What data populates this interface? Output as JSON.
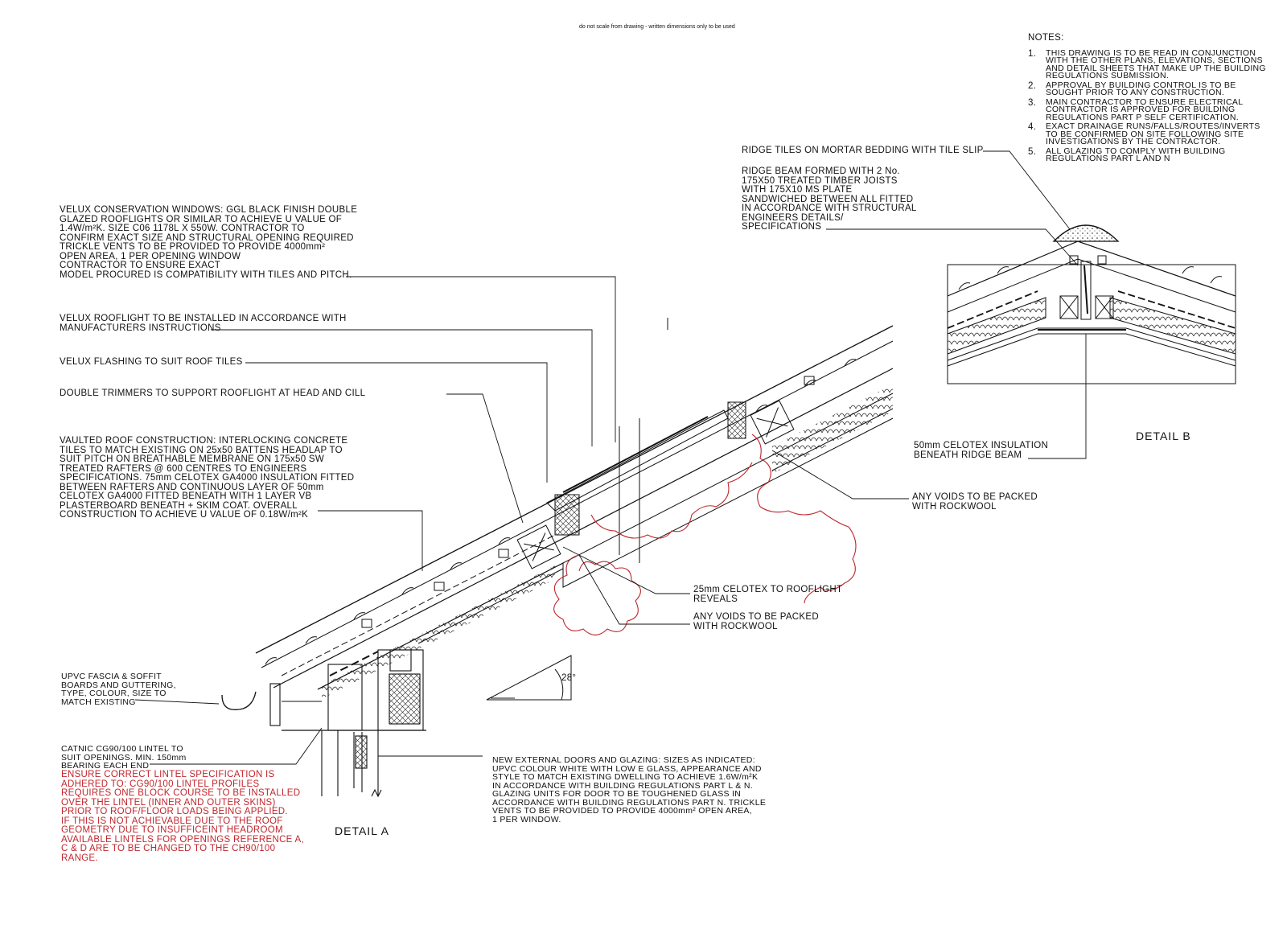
{
  "header": {
    "disclaimer": "do not scale from drawing - written dimensions only to be used"
  },
  "notes": {
    "heading": "NOTES:",
    "items": [
      {
        "num": "1.",
        "text": "THIS DRAWING IS TO BE READ IN CONJUNCTION\nWITH THE OTHER PLANS, ELEVATIONS, SECTIONS\nAND DETAIL SHEETS THAT MAKE UP THE BUILDING\nREGULATIONS SUBMISSION."
      },
      {
        "num": "2.",
        "text": "APPROVAL BY BUILDING CONTROL IS TO BE\nSOUGHT PRIOR TO ANY CONSTRUCTION."
      },
      {
        "num": "3.",
        "text": "MAIN CONTRACTOR TO ENSURE ELECTRICAL\nCONTRACTOR IS APPROVED FOR BUILDING\nREGULATIONS PART P SELF CERTIFICATION."
      },
      {
        "num": "4.",
        "text": "EXACT DRAINAGE RUNS/FALLS/ROUTES/INVERTS\nTO BE CONFIRMED ON SITE FOLLOWING SITE\nINVESTIGATIONS BY THE CONTRACTOR."
      },
      {
        "num": "5.",
        "text": "ALL GLAZING TO COMPLY WITH BUILDING\nREGULATIONS PART L AND N"
      }
    ]
  },
  "callouts": {
    "velux_windows": "VELUX CONSERVATION WINDOWS: GGL BLACK FINISH DOUBLE\nGLAZED ROOFLIGHTS OR SIMILAR TO ACHIEVE U VALUE OF\n1.4W/m²K. SIZE C06 1178L X 550W. CONTRACTOR TO\nCONFIRM EXACT SIZE AND STRUCTURAL OPENING REQUIRED\nTRICKLE VENTS TO BE PROVIDED TO PROVIDE 4000mm²\nOPEN AREA, 1 PER OPENING WINDOW\nCONTRACTOR TO ENSURE EXACT\nMODEL PROCURED IS COMPATIBILITY WITH TILES AND PITCH.",
    "velux_install": "VELUX ROOFLIGHT TO BE INSTALLED IN ACCORDANCE WITH\nMANUFACTURERS INSTRUCTIONS",
    "velux_flashing": "VELUX FLASHING TO SUIT ROOF TILES",
    "double_trimmers": "DOUBLE TRIMMERS TO SUPPORT ROOFLIGHT AT HEAD AND CILL",
    "vaulted_roof": "VAULTED ROOF CONSTRUCTION: INTERLOCKING CONCRETE\nTILES TO MATCH EXISTING ON 25x50 BATTENS HEADLAP TO\nSUIT PITCH ON BREATHABLE MEMBRANE ON 175x50 SW\nTREATED RAFTERS @ 600 CENTRES TO ENGINEERS\nSPECIFICATIONS. 75mm CELOTEX GA4000 INSULATION FITTED\nBETWEEN RAFTERS AND CONTINUOUS LAYER OF 50mm\nCELOTEX GA4000 FITTED BENEATH WITH 1 LAYER VB\nPLASTERBOARD BENEATH + SKIM COAT. OVERALL\nCONSTRUCTION TO ACHIEVE U VALUE OF 0.18W/m²K",
    "upvc_fascia": "UPVC FASCIA & SOFFIT\nBOARDS AND GUTTERING,\nTYPE, COLOUR, SIZE TO\nMATCH EXISTING",
    "catnic_lintel": "CATNIC CG90/100 LINTEL TO\nSUIT OPENINGS. MIN. 150mm\nBEARING EACH END",
    "lintel_warning": "ENSURE CORRECT LINTEL SPECIFICATION IS\nADHERED TO: CG90/100 LINTEL PROFILES\nREQUIRES ONE BLOCK COURSE TO BE INSTALLED\nOVER THE LINTEL (INNER AND OUTER SKINS)\nPRIOR TO ROOF/FLOOR LOADS BEING APPLIED.\nIF THIS IS NOT ACHIEVABLE DUE TO THE ROOF\nGEOMETRY DUE TO INSUFFICEINT HEADROOM\nAVAILABLE LINTELS FOR OPENINGS REFERENCE A,\nC & D ARE TO BE CHANGED TO THE CH90/100\nRANGE.",
    "external_doors": "NEW EXTERNAL DOORS AND GLAZING: SIZES AS INDICATED:\nUPVC COLOUR WHITE WITH LOW E GLASS, APPEARANCE AND\nSTYLE TO MATCH EXISTING DWELLING TO ACHIEVE 1.6W/m²K\nIN ACCORDANCE WITH BUILDING REGULATIONS PART L & N.\nGLAZING UNITS FOR DOOR TO BE TOUGHENED GLASS IN\nACCORDANCE WITH BUILDING REGULATIONS PART N. TRICKLE\nVENTS TO BE PROVIDED TO PROVIDE 4000mm² OPEN AREA,\n1 PER WINDOW.",
    "celotex_reveals": "25mm CELOTEX TO ROOFLIGHT\nREVEALS",
    "voids_rockwool_1": "ANY VOIDS TO BE PACKED\nWITH ROCKWOOL",
    "voids_rockwool_2": "ANY VOIDS TO BE PACKED\nWITH ROCKWOOL",
    "ridge_tiles": "RIDGE TILES ON MORTAR BEDDING WITH TILE SLIP",
    "ridge_beam": "RIDGE BEAM FORMED WITH 2 No.\n175X50 TREATED TIMBER JOISTS\nWITH 175X10 MS PLATE\nSANDWICHED BETWEEN ALL FITTED\nIN ACCORDANCE WITH STRUCTURAL\nENGINEERS DETAILS/\nSPECIFICATIONS",
    "celotex_ridge": "50mm CELOTEX INSULATION\nBENEATH RIDGE BEAM"
  },
  "detail_labels": {
    "detail_a": "DETAIL A",
    "detail_b": "DETAIL B"
  },
  "angle_label": "28°",
  "colors": {
    "ink": "#111111",
    "redline": "#c0262d"
  }
}
